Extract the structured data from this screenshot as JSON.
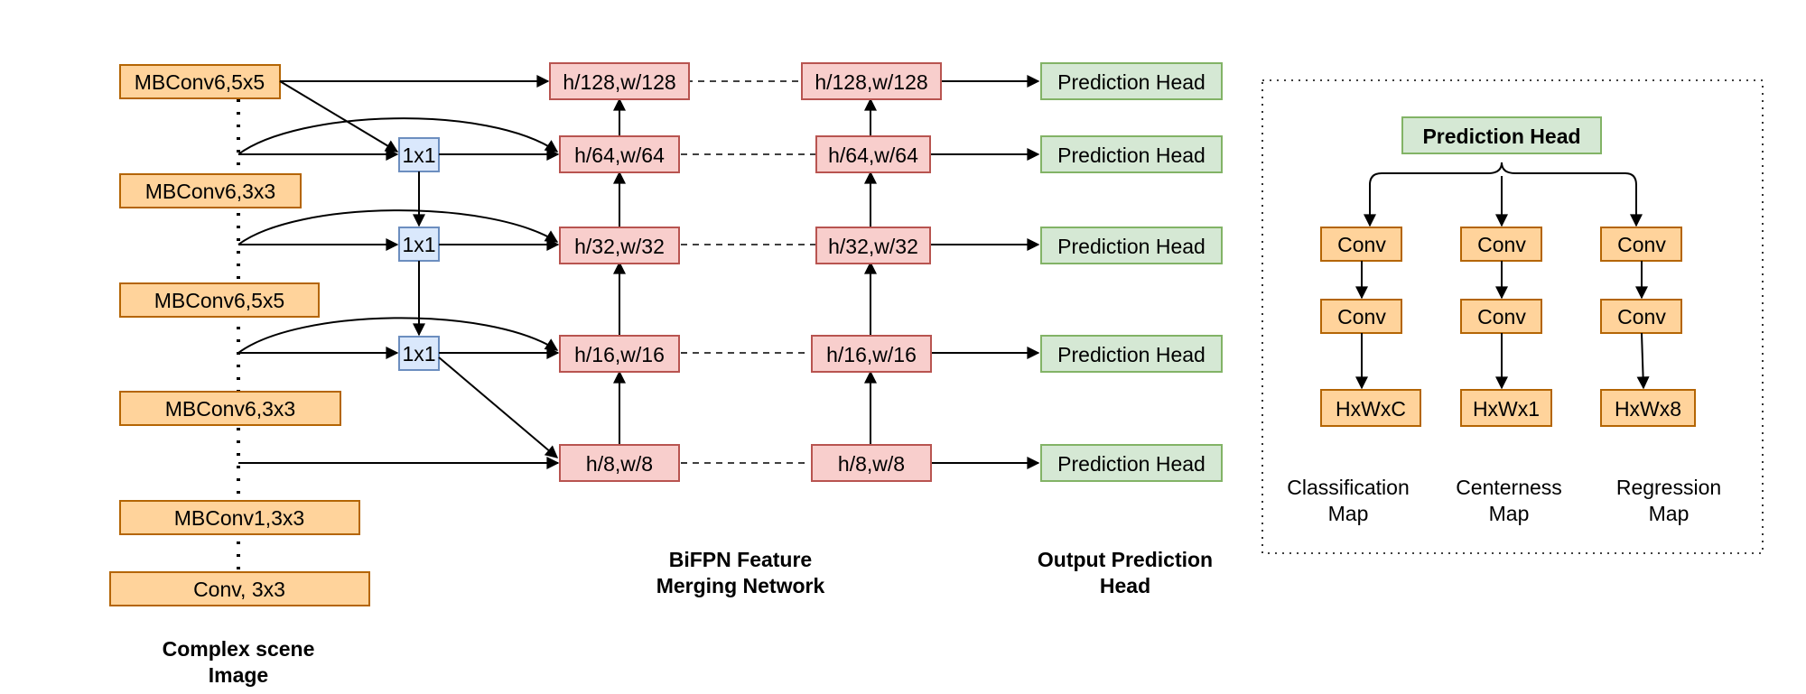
{
  "backbone": {
    "blocks": [
      "MBConv6,5x5",
      "MBConv6,3x3",
      "MBConv6,5x5",
      "MBConv6,3x3",
      "MBConv1,3x3",
      "Conv, 3x3"
    ],
    "caption": [
      "Complex scene",
      "Image"
    ]
  },
  "lateral": {
    "blocks": [
      "1x1",
      "1x1",
      "1x1"
    ]
  },
  "bifpn": {
    "left": [
      "h/128,w/128",
      "h/64,w/64",
      "h/32,w/32",
      "h/16,w/16",
      "h/8,w/8"
    ],
    "right": [
      "h/128,w/128",
      "h/64,w/64",
      "h/32,w/32",
      "h/16,w/16",
      "h/8,w/8"
    ],
    "caption": [
      "BiFPN Feature",
      "Merging Network"
    ]
  },
  "outputs": {
    "heads": [
      "Prediction Head",
      "Prediction Head",
      "Prediction Head",
      "Prediction Head",
      "Prediction Head"
    ],
    "caption": [
      "Output Prediction",
      "Head"
    ]
  },
  "detail": {
    "title": "Prediction Head",
    "branches": [
      {
        "conv1": "Conv",
        "conv2": "Conv",
        "out": "HxWxC",
        "map": [
          "Classification",
          "Map"
        ]
      },
      {
        "conv1": "Conv",
        "conv2": "Conv",
        "out": "HxWx1",
        "map": [
          "Centerness",
          "Map"
        ]
      },
      {
        "conv1": "Conv",
        "conv2": "Conv",
        "out": "HxWx8",
        "map": [
          "Regression",
          "Map"
        ]
      }
    ]
  },
  "colors": {
    "orange_fill": "#FFD39B",
    "blue_fill": "#DAE8FC",
    "pink_fill": "#F8CECC",
    "green_fill": "#D5E8D4"
  }
}
